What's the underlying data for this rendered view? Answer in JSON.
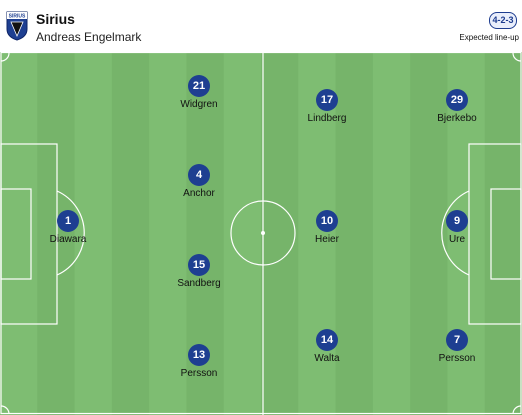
{
  "team": {
    "name": "Sirius",
    "coach": "Andreas Engelmark",
    "formation": "4-2-3",
    "lineup_type": "Expected line-up",
    "logo_icon": "sirius-crest-icon",
    "logo_text": "SIRIUS"
  },
  "colors": {
    "pitch_light": "#7ebd72",
    "pitch_dark": "#76b46a",
    "line": "#ffffff",
    "badge": "#1e3f91"
  },
  "players": [
    {
      "number": "1",
      "name": "Diawara"
    },
    {
      "number": "4",
      "name": "Anchor"
    },
    {
      "number": "15",
      "name": "Sandberg"
    },
    {
      "number": "21",
      "name": "Widgren"
    },
    {
      "number": "13",
      "name": "Persson"
    },
    {
      "number": "10",
      "name": "Heier"
    },
    {
      "number": "17",
      "name": "Lindberg"
    },
    {
      "number": "14",
      "name": "Walta"
    },
    {
      "number": "9",
      "name": "Ure"
    },
    {
      "number": "29",
      "name": "Bjerkebo"
    },
    {
      "number": "7",
      "name": "Persson"
    }
  ]
}
